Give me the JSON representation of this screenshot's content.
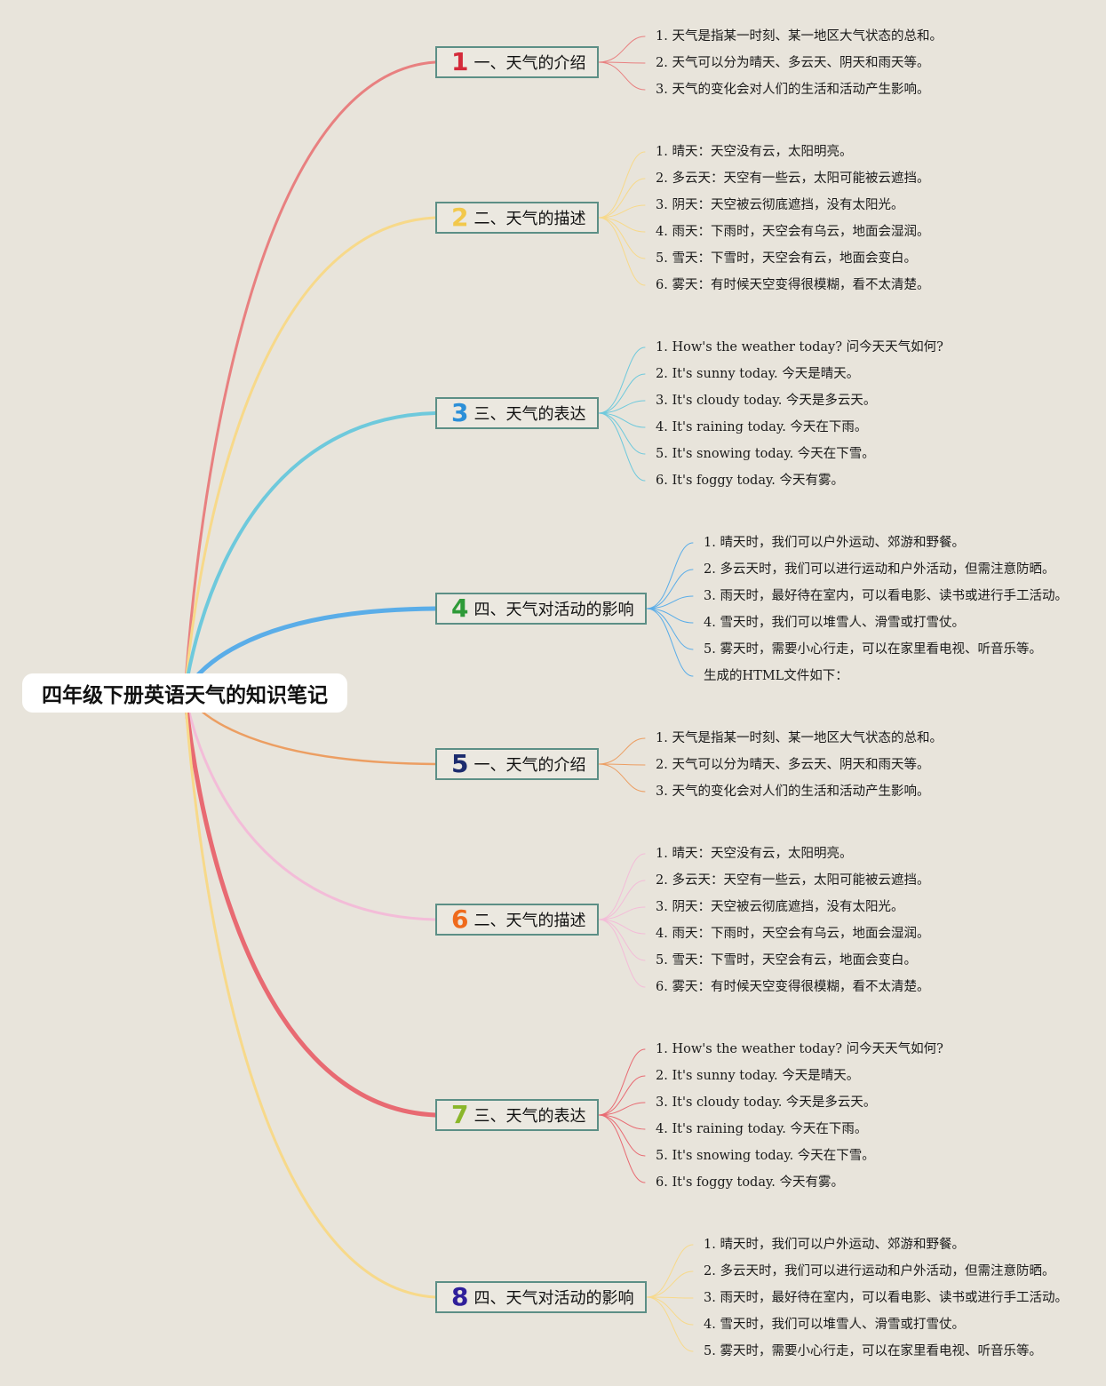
{
  "title": "四年级下册英语天气的知识笔记",
  "branches": [
    {
      "number": "1",
      "label": "一、天气的介绍",
      "color": "#e88080",
      "number_color": "#d42a3a",
      "items": [
        "1. 天气是指某一时刻、某一地区大气状态的总和。",
        "2. 天气可以分为晴天、多云天、阴天和雨天等。",
        "3. 天气的变化会对人们的生活和活动产生影响。"
      ]
    },
    {
      "number": "2",
      "label": "二、天气的描述",
      "color": "#f7d98a",
      "number_color": "#f2c84b",
      "items": [
        "1. 晴天：天空没有云，太阳明亮。",
        "2. 多云天：天空有一些云，太阳可能被云遮挡。",
        "3. 阴天：天空被云彻底遮挡，没有太阳光。",
        "4. 雨天：下雨时，天空会有乌云，地面会湿润。",
        "5. 雪天：下雪时，天空会有云，地面会变白。",
        "6. 雾天：有时候天空变得很模糊，看不太清楚。"
      ]
    },
    {
      "number": "3",
      "label": "三、天气的表达",
      "color": "#6ec9dc",
      "number_color": "#2b8fd8",
      "items": [
        "1. How's the weather today? 问今天天气如何?",
        "2. It's sunny today. 今天是晴天。",
        "3. It's cloudy today. 今天是多云天。",
        "4. It's raining today. 今天在下雨。",
        "5. It's snowing today. 今天在下雪。",
        "6. It's foggy today. 今天有雾。"
      ]
    },
    {
      "number": "4",
      "label": "四、天气对活动的影响",
      "color": "#5aade8",
      "number_color": "#2e9a38",
      "items": [
        "1. 晴天时，我们可以户外运动、郊游和野餐。",
        "2. 多云天时，我们可以进行运动和户外活动，但需注意防晒。",
        "3. 雨天时，最好待在室内，可以看电影、读书或进行手工活动。",
        "4. 雪天时，我们可以堆雪人、滑雪或打雪仗。",
        "5. 雾天时，需要小心行走，可以在家里看电视、听音乐等。",
        "生成的HTML文件如下："
      ]
    },
    {
      "number": "5",
      "label": "一、天气的介绍",
      "color": "#ec9e62",
      "number_color": "#1c2c6e",
      "items": [
        "1. 天气是指某一时刻、某一地区大气状态的总和。",
        "2. 天气可以分为晴天、多云天、阴天和雨天等。",
        "3. 天气的变化会对人们的生活和活动产生影响。"
      ]
    },
    {
      "number": "6",
      "label": "二、天气的描述",
      "color": "#f3bcd8",
      "number_color": "#ef6a1c",
      "items": [
        "1. 晴天：天空没有云，太阳明亮。",
        "2. 多云天：天空有一些云，太阳可能被云遮挡。",
        "3. 阴天：天空被云彻底遮挡，没有太阳光。",
        "4. 雨天：下雨时，天空会有乌云，地面会湿润。",
        "5. 雪天：下雪时，天空会有云，地面会变白。",
        "6. 雾天：有时候天空变得很模糊，看不太清楚。"
      ]
    },
    {
      "number": "7",
      "label": "三、天气的表达",
      "color": "#e86a72",
      "number_color": "#8ab62a",
      "items": [
        "1. How's the weather today? 问今天天气如何?",
        "2. It's sunny today. 今天是晴天。",
        "3. It's cloudy today. 今天是多云天。",
        "4. It's raining today. 今天在下雨。",
        "5. It's snowing today. 今天在下雪。",
        "6. It's foggy today. 今天有雾。"
      ]
    },
    {
      "number": "8",
      "label": "四、天气对活动的影响",
      "color": "#f7d98a",
      "number_color": "#2f1f9a",
      "items": [
        "1. 晴天时，我们可以户外运动、郊游和野餐。",
        "2. 多云天时，我们可以进行运动和户外活动，但需注意防晒。",
        "3. 雨天时，最好待在室内，可以看电影、读书或进行手工活动。",
        "4. 雪天时，我们可以堆雪人、滑雪或打雪仗。",
        "5. 雾天时，需要小心行走，可以在家里看电视、听音乐等。"
      ]
    }
  ]
}
